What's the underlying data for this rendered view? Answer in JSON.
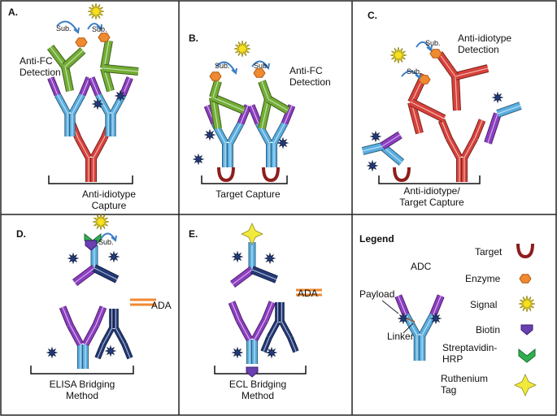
{
  "panels": {
    "a": {
      "letter": "A.",
      "detection": "Anti-FC\nDetection",
      "capture": "Anti-idiotype\nCapture",
      "sub": "Sub."
    },
    "b": {
      "letter": "B.",
      "detection": "Anti-FC\nDetection",
      "capture": "Target Capture",
      "sub": "Sub."
    },
    "c": {
      "letter": "C.",
      "detection": "Anti-idiotype\nDetection",
      "capture": "Anti-idiotype/\nTarget Capture",
      "sub": "Sub."
    },
    "d": {
      "letter": "D.",
      "ada": "ADA",
      "capture": "ELISA Bridging\nMethod",
      "sub": "Sub."
    },
    "e": {
      "letter": "E.",
      "ada": "ADA",
      "capture": "ECL Bridging\nMethod"
    }
  },
  "legend": {
    "title": "Legend",
    "adc": "ADC",
    "payload": "Payload",
    "linker": "Linker",
    "items": {
      "target": "Target",
      "enzyme": "Enzyme",
      "signal": "Signal",
      "biotin": "Biotin",
      "strep": "Streptavidin-\nHRP",
      "ruthenium": "Ruthenium\nTag"
    }
  },
  "colors": {
    "blue": "#5aaee0",
    "purple": "#8c3ec0",
    "red": "#d8423a",
    "green": "#72ad34",
    "navy": "#243a78",
    "orange": "#f08a30",
    "yellow": "#f7e020",
    "ruby": "#8f1d1d",
    "strep": "#2fb04e",
    "gray": "#444444"
  }
}
